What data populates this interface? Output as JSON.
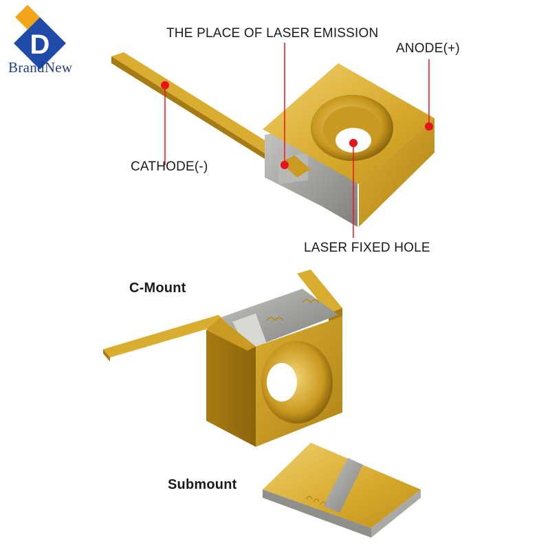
{
  "logo": {
    "mark_letter": "D",
    "brand_name": "BrandNew",
    "colors": {
      "diamond": "#1f4aa8",
      "accent": "#f2a51a"
    }
  },
  "labels": {
    "emission": "THE PLACE OF LASER EMISSION",
    "anode": "ANODE(+)",
    "cathode": "CATHODE(-)",
    "fixed_hole": "LASER FIXED HOLE",
    "c_mount": "C-Mount",
    "submount": "Submount"
  },
  "colors": {
    "gold": "#d4a62a",
    "gold_dark": "#a57b14",
    "gold_light": "#ecc85a",
    "steel": "#9a9a98",
    "marker": "#e8141b"
  }
}
